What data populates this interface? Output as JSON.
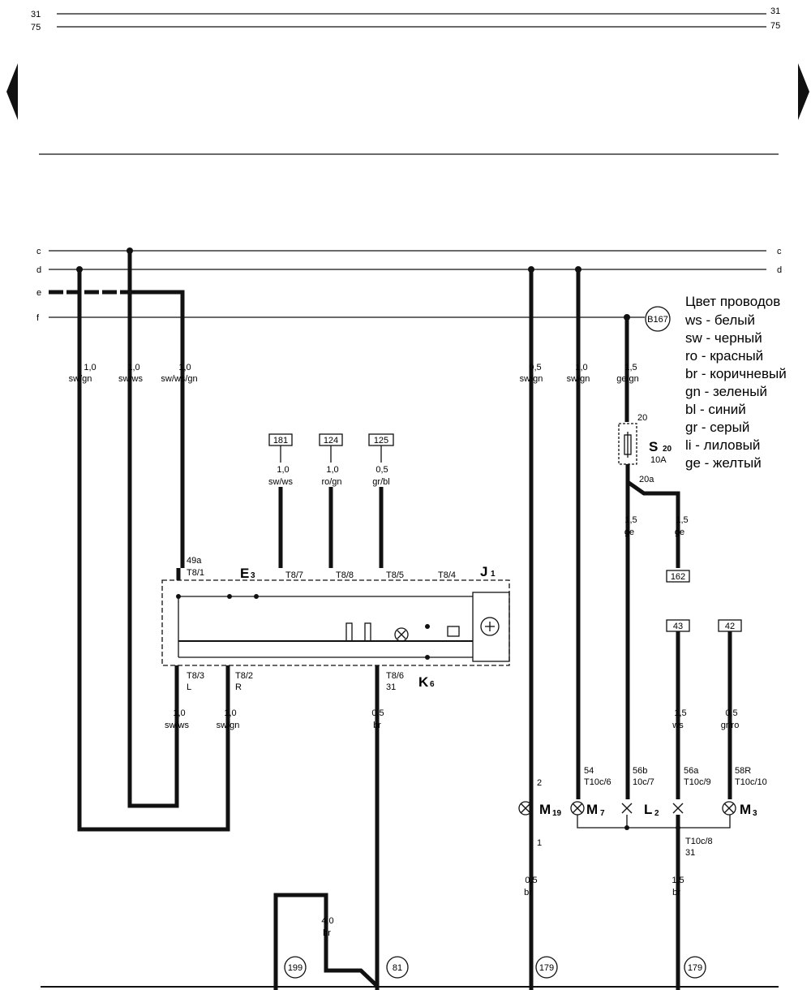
{
  "header": {
    "left_top": "31",
    "left_bottom": "75",
    "right_top": "31",
    "right_bottom": "75"
  },
  "buses": {
    "c": "c",
    "d": "d",
    "e": "e",
    "f": "f"
  },
  "wires_top": [
    {
      "gauge": "1,0",
      "color": "sw/gn"
    },
    {
      "gauge": "1,0",
      "color": "sw/ws"
    },
    {
      "gauge": "1,0",
      "color": "sw/ws/gn"
    },
    {
      "gauge": "0,5",
      "color": "sw/gn"
    },
    {
      "gauge": "1,0",
      "color": "sw/gn"
    },
    {
      "gauge": "1,5",
      "color": "ge/gn"
    }
  ],
  "ref_boxes": {
    "r181": "181",
    "r124": "124",
    "r125": "125",
    "r162": "162",
    "r43": "43",
    "r42": "42"
  },
  "wires_mid": [
    {
      "gauge": "1,0",
      "color": "sw/ws"
    },
    {
      "gauge": "1,0",
      "color": "ro/gn"
    },
    {
      "gauge": "0,5",
      "color": "gr/bl"
    },
    {
      "gauge": "1,5",
      "color": "ge"
    },
    {
      "gauge": "1,5",
      "color": "ge"
    }
  ],
  "wires_lower": [
    {
      "gauge": "1,0",
      "color": "sw/ws"
    },
    {
      "gauge": "1,0",
      "color": "sw/gn"
    },
    {
      "gauge": "0,5",
      "color": "br"
    },
    {
      "gauge": "1,5",
      "color": "ws"
    },
    {
      "gauge": "0,5",
      "color": "gr/ro"
    },
    {
      "gauge": "0,5",
      "color": "br"
    },
    {
      "gauge": "1,5",
      "color": "br"
    },
    {
      "gauge": "4,0",
      "color": "br"
    }
  ],
  "fuse": {
    "name": "S",
    "sub": "20",
    "rating": "10A",
    "pin_in": "20",
    "pin_out": "20a"
  },
  "relay_ref": "B167",
  "switch": {
    "e3": "E",
    "e3_sub": "3",
    "j1": "J",
    "j1_sub": "1",
    "k6": "K",
    "k6_sub": "6",
    "pins_top": [
      "49a",
      "T8/1",
      "T8/7",
      "T8/8",
      "T8/5",
      "T8/4"
    ],
    "pins_bottom": [
      "T8/3",
      "L",
      "T8/2",
      "R",
      "T8/6",
      "31"
    ]
  },
  "lamps": {
    "m19": "M",
    "m19_sub": "19",
    "m7": "M",
    "m7_sub": "7",
    "l2": "L",
    "l2_sub": "2",
    "m3": "M",
    "m3_sub": "3",
    "m19_in": "2",
    "m19_out": "1",
    "pin54": "54",
    "pin54b": "T10c/6",
    "pin56b": "56b",
    "pin56bb": "10c/7",
    "pin56a": "56a",
    "pin56ab": "T10c/9",
    "pin58": "58R",
    "pin58b": "T10c/10",
    "ground_pin": "T10c/8",
    "ground_pin2": "31"
  },
  "grounds": {
    "g199": "199",
    "g81": "81",
    "g179a": "179",
    "g179b": "179"
  },
  "legend": {
    "title": "Цвет проводов",
    "items": [
      "ws - белый",
      "sw - черный",
      "ro - красный",
      "br - коричневый",
      "gn - зеленый",
      "bl - синий",
      "gr - серый",
      "li - лиловый",
      "ge - желтый"
    ]
  }
}
